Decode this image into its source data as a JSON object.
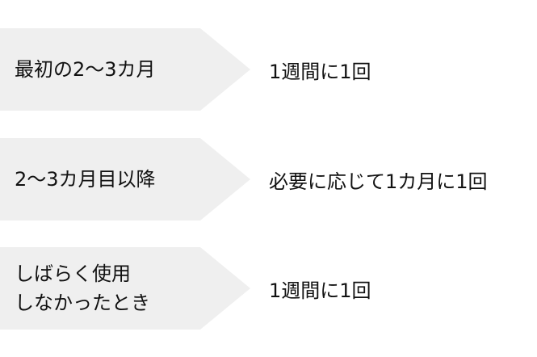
{
  "rows": [
    {
      "label_lines": [
        "最初の2～3カ月"
      ],
      "frequency": "1週間に1回"
    },
    {
      "label_lines": [
        "2～3カ月目以降"
      ],
      "frequency": "必要に応じて1カ月に1回"
    },
    {
      "label_lines": [
        "しばらく使用",
        "しなかったとき"
      ],
      "frequency": "1週間に1回"
    }
  ],
  "colors": {
    "arrow_fill": "#efefef",
    "text": "#111111",
    "background": "#ffffff"
  }
}
